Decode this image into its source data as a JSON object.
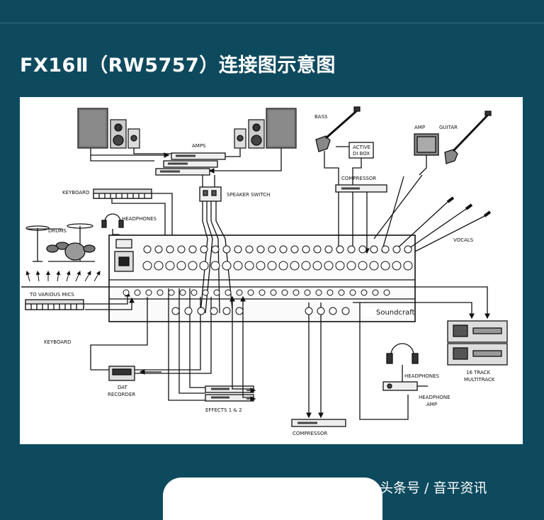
{
  "page": {
    "title": "FX16Ⅱ（RW5757）连接图示意图",
    "credit": "头条号 / 音平资讯",
    "colors": {
      "background": "#0e4a5e",
      "panel": "#ffffff",
      "ink": "#111111"
    }
  },
  "diagram": {
    "labels": {
      "amps": "AMPS",
      "speaker_switch": "SPEAKER SWITCH",
      "keyboard_top": "KEYBOARD",
      "headphones_top": "HEADPHONES",
      "drums": "DRUMS",
      "to_various_mics": "TO VARIOUS MICS",
      "keyboard_bottom": "KEYBOARD",
      "dat_recorder_1": "DAT",
      "dat_recorder_2": "RECORDER",
      "effects": "EFFECTS 1 & 2",
      "compressor_bottom": "COMPRESSOR",
      "bass": "BASS",
      "active_di_1": "ACTIVE",
      "active_di_2": "DI BOX",
      "compressor_top": "COMPRESSOR",
      "amp": "AMP",
      "guitar": "GUITAR",
      "vocals": "VOCALS",
      "headphones_right": "HEADPHONES",
      "headphone_amp_1": "HEADPHONE",
      "headphone_amp_2": "AMP",
      "multitrack_1": "16 TRACK",
      "multitrack_2": "MULTITRACK",
      "brand": "Soundcraft"
    }
  }
}
